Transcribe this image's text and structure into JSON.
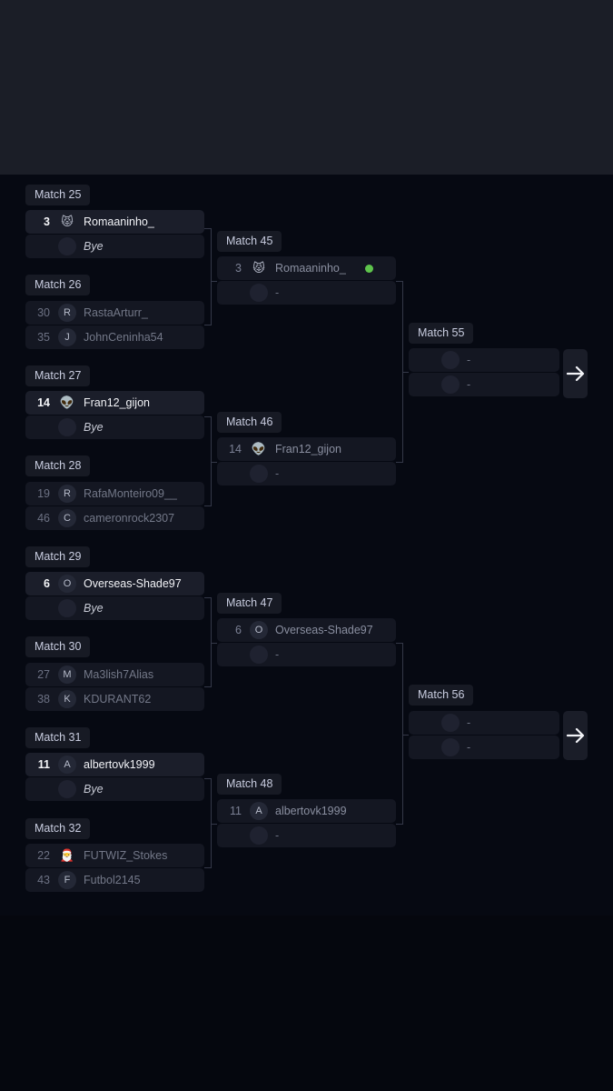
{
  "matches": {
    "m25": {
      "label": "Match 25",
      "p1": {
        "seed": "3",
        "name": "Romaaninho_",
        "avatar": "😾"
      },
      "p2": {
        "name": "Bye"
      }
    },
    "m26": {
      "label": "Match 26",
      "p1": {
        "seed": "30",
        "name": "RastaArturr_",
        "avatar": "R"
      },
      "p2": {
        "seed": "35",
        "name": "JohnCeninha54",
        "avatar": "J"
      }
    },
    "m27": {
      "label": "Match 27",
      "p1": {
        "seed": "14",
        "name": "Fran12_gijon",
        "avatar": "👽"
      },
      "p2": {
        "name": "Bye"
      }
    },
    "m28": {
      "label": "Match 28",
      "p1": {
        "seed": "19",
        "name": "RafaMonteiro09__",
        "avatar": "R"
      },
      "p2": {
        "seed": "46",
        "name": "cameronrock2307",
        "avatar": "C"
      }
    },
    "m29": {
      "label": "Match 29",
      "p1": {
        "seed": "6",
        "name": "Overseas-Shade97",
        "avatar": "O"
      },
      "p2": {
        "name": "Bye"
      }
    },
    "m30": {
      "label": "Match 30",
      "p1": {
        "seed": "27",
        "name": "Ma3lish7Alias",
        "avatar": "M"
      },
      "p2": {
        "seed": "38",
        "name": "KDURANT62",
        "avatar": "K"
      }
    },
    "m31": {
      "label": "Match 31",
      "p1": {
        "seed": "11",
        "name": "albertovk1999",
        "avatar": "A"
      },
      "p2": {
        "name": "Bye"
      }
    },
    "m32": {
      "label": "Match 32",
      "p1": {
        "seed": "22",
        "name": "FUTWIZ_Stokes",
        "avatar": "🎅"
      },
      "p2": {
        "seed": "43",
        "name": "Futbol2145",
        "avatar": "F"
      }
    },
    "m45": {
      "label": "Match 45",
      "p1": {
        "seed": "3",
        "name": "Romaaninho_",
        "avatar": "😾"
      },
      "p2": {
        "name": "-"
      }
    },
    "m46": {
      "label": "Match 46",
      "p1": {
        "seed": "14",
        "name": "Fran12_gijon",
        "avatar": "👽"
      },
      "p2": {
        "name": "-"
      }
    },
    "m47": {
      "label": "Match 47",
      "p1": {
        "seed": "6",
        "name": "Overseas-Shade97",
        "avatar": "O"
      },
      "p2": {
        "name": "-"
      }
    },
    "m48": {
      "label": "Match 48",
      "p1": {
        "seed": "11",
        "name": "albertovk1999",
        "avatar": "A"
      },
      "p2": {
        "name": "-"
      }
    },
    "m55": {
      "label": "Match 55",
      "p1": {
        "name": "-"
      },
      "p2": {
        "name": "-"
      }
    },
    "m56": {
      "label": "Match 56",
      "p1": {
        "name": "-"
      },
      "p2": {
        "name": "-"
      }
    }
  },
  "icons": {
    "arrow": "arrow-right-icon",
    "online": "online-status-icon"
  },
  "colors": {
    "background": "#060912",
    "card": "#141722",
    "online": "#5ec44c"
  }
}
